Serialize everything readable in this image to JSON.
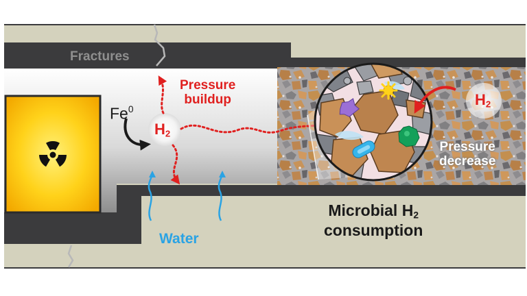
{
  "labels": {
    "fractures": "Fractures",
    "pressure_buildup_line1": "Pressure",
    "pressure_buildup_line2": "buildup",
    "iron_symbol": "Fe",
    "iron_superscript": "0",
    "h2_symbol": "H",
    "h2_subscript": "2",
    "water": "Water",
    "pressure_decrease_line1": "Pressure",
    "pressure_decrease_line2": "decrease",
    "microbial_line1_prefix": "Microbial H",
    "microbial_line1_subscript": "2",
    "microbial_line2": "consumption"
  },
  "colors": {
    "rock": "#d4d2bd",
    "tunnel_wall": "#3b3b3d",
    "tunnel_interior": "#d9d9d9",
    "canister": "#ffd21a",
    "canister_edge": "#e0a400",
    "hydrogen_red": "#e0201f",
    "water_blue": "#2aa3e4",
    "bentonite_brown": "#c08a55",
    "gravel_gray": "#8a8e96",
    "label_gray": "#8f8f8f"
  },
  "icons": {
    "canister_symbol": "radiation-trefoil-icon",
    "microbes": [
      "purple-microbe-icon",
      "yellow-microbe-icon",
      "green-microbe-icon",
      "blue-microbe-icon"
    ]
  }
}
